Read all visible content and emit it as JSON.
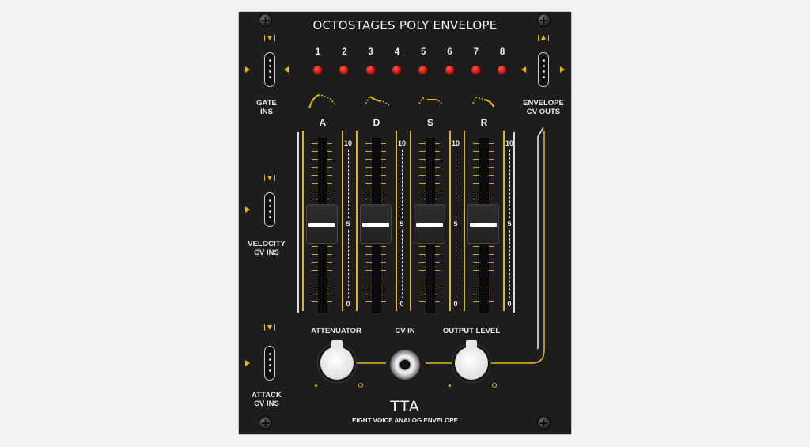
{
  "module": {
    "title": "OCTOSTAGES POLY ENVELOPE",
    "subtitle": "EIGHT VOICE ANALOG ENVELOPE",
    "logo": "TTA",
    "accent_color": "#e2b80e",
    "led_color": "#d31212"
  },
  "inputs": {
    "gate_label_1": "GATE",
    "gate_label_2": "INS",
    "velocity_label_1": "VELOCITY",
    "velocity_label_2": "CV INS",
    "attack_label_1": "ATTACK",
    "attack_label_2": "CV INS"
  },
  "outputs": {
    "env_label_1": "ENVELOPE",
    "env_label_2": "CV OUTS"
  },
  "leds": [
    "1",
    "2",
    "3",
    "4",
    "5",
    "6",
    "7",
    "8"
  ],
  "faders": {
    "items": [
      {
        "label": "A",
        "value": 5
      },
      {
        "label": "D",
        "value": 5
      },
      {
        "label": "S",
        "value": 5
      },
      {
        "label": "R",
        "value": 5
      }
    ],
    "scale_top": "10",
    "scale_mid": "5",
    "scale_bottom": "0"
  },
  "controls": {
    "attenuator_label": "ATTENUATOR",
    "cv_in_label": "CV IN",
    "output_level_label": "OUTPUT LEVEL"
  }
}
